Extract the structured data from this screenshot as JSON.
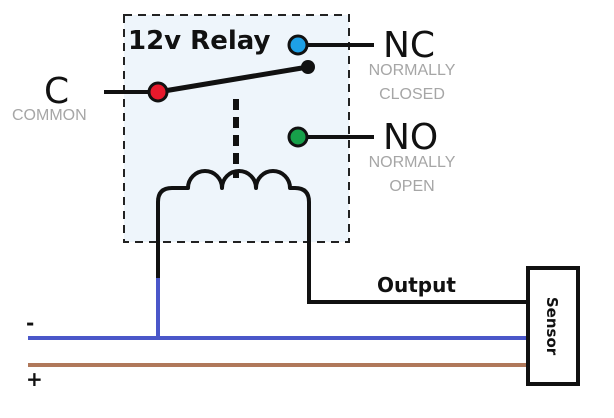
{
  "diagram": {
    "relay": {
      "title": "12v Relay"
    },
    "terminals": {
      "common": {
        "letter": "C",
        "caption": "COMMON",
        "color": "#e8192c"
      },
      "nc": {
        "letter": "NC",
        "caption_line1": "NORMALLY",
        "caption_line2": "CLOSED",
        "color": "#1ea0e6"
      },
      "no": {
        "letter": "NO",
        "caption_line1": "NORMALLY",
        "caption_line2": "OPEN",
        "color": "#17a04a"
      }
    },
    "output_label": "Output",
    "sensor_label": "Sensor",
    "supply": {
      "negative_label": "-",
      "positive_label": "+",
      "negative_color": "#4a57c9",
      "positive_color": "#b0785a"
    },
    "relay_box_fill": "#eef5fb"
  }
}
